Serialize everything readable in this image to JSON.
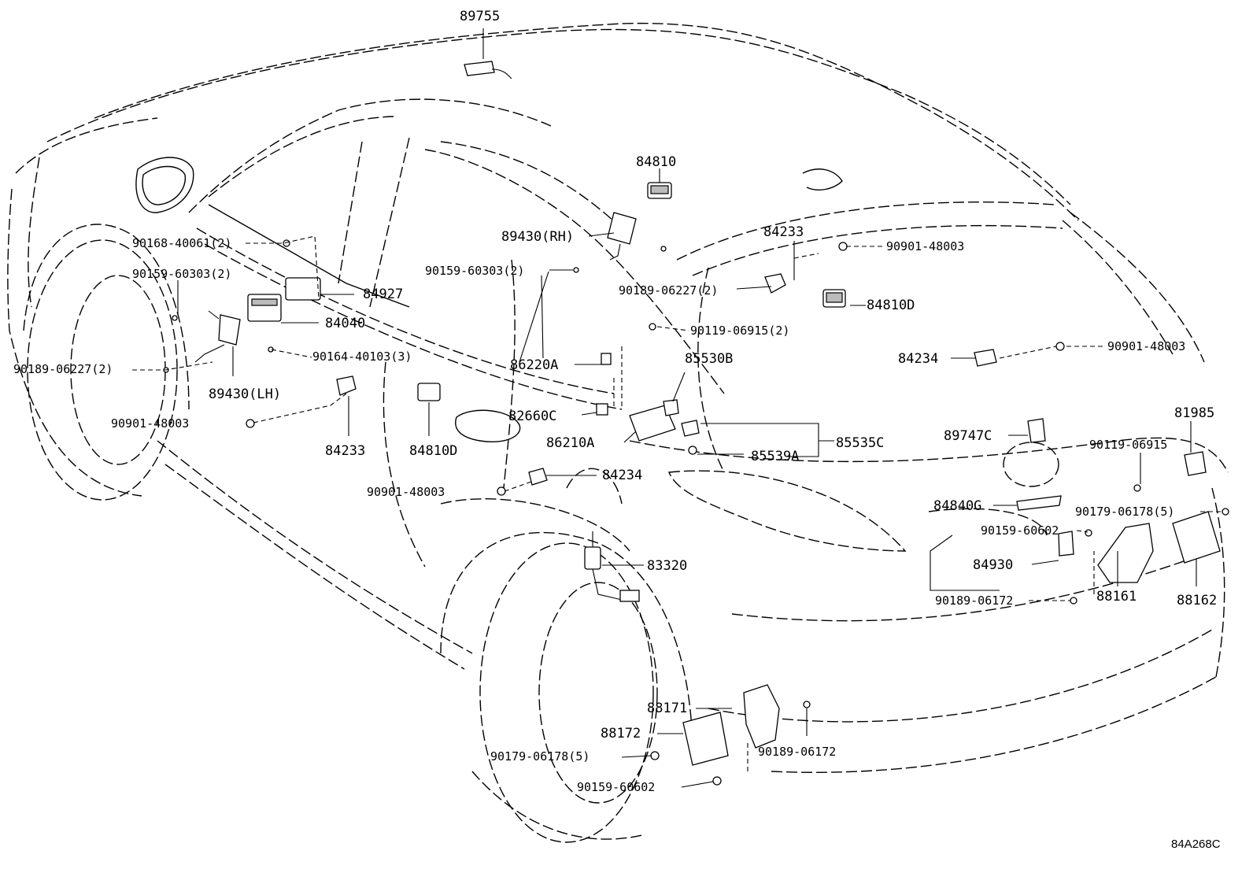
{
  "diagram": {
    "code": "84A268C",
    "labels": {
      "p89755": "89755",
      "p84810": "84810",
      "p89430rh": "89430(RH)",
      "p90159_60303_2_a": "90159-60303(2)",
      "p90189_06227_2_a": "90189-06227(2)",
      "p84233_a": "84233",
      "p90901_48003_a": "90901-48003",
      "p84810d_a": "84810D",
      "p90168_40061_2": "90168-40061(2)",
      "p90159_60303_2_b": "90159-60303(2)",
      "p84927": "84927",
      "p84040": "84040",
      "p90164_40103_3": "90164-40103(3)",
      "p90189_06227_2_b": "90189-06227(2)",
      "p89430lh": "89430(LH)",
      "p90901_48003_b": "90901-48003",
      "p84233_b": "84233",
      "p84810d_b": "84810D",
      "p90119_06915_2": "90119-06915(2)",
      "p85530b": "85530B",
      "p86220a": "86220A",
      "p82660c": "82660C",
      "p86210a": "86210A",
      "p85535c": "85535C",
      "p85539a": "85539A",
      "p84234_a": "84234",
      "p90901_48003_c": "90901-48003",
      "p84234_b": "84234",
      "p90901_48003_d": "90901-48003",
      "p89747c": "89747C",
      "p81985": "81985",
      "p90119_06915": "90119-06915",
      "p90179_06178_5_a": "90179-06178(5)",
      "p84840g": "84840G",
      "p90159_60602_a": "90159-60602",
      "p84930": "84930",
      "p90189_06172_a": "90189-06172",
      "p88161": "88161",
      "p88162": "88162",
      "p83320": "83320",
      "p88171": "88171",
      "p88172": "88172",
      "p90179_06178_5_b": "90179-06178(5)",
      "p90189_06172_b": "90189-06172",
      "p90159_60602_b": "90159-60602"
    }
  }
}
